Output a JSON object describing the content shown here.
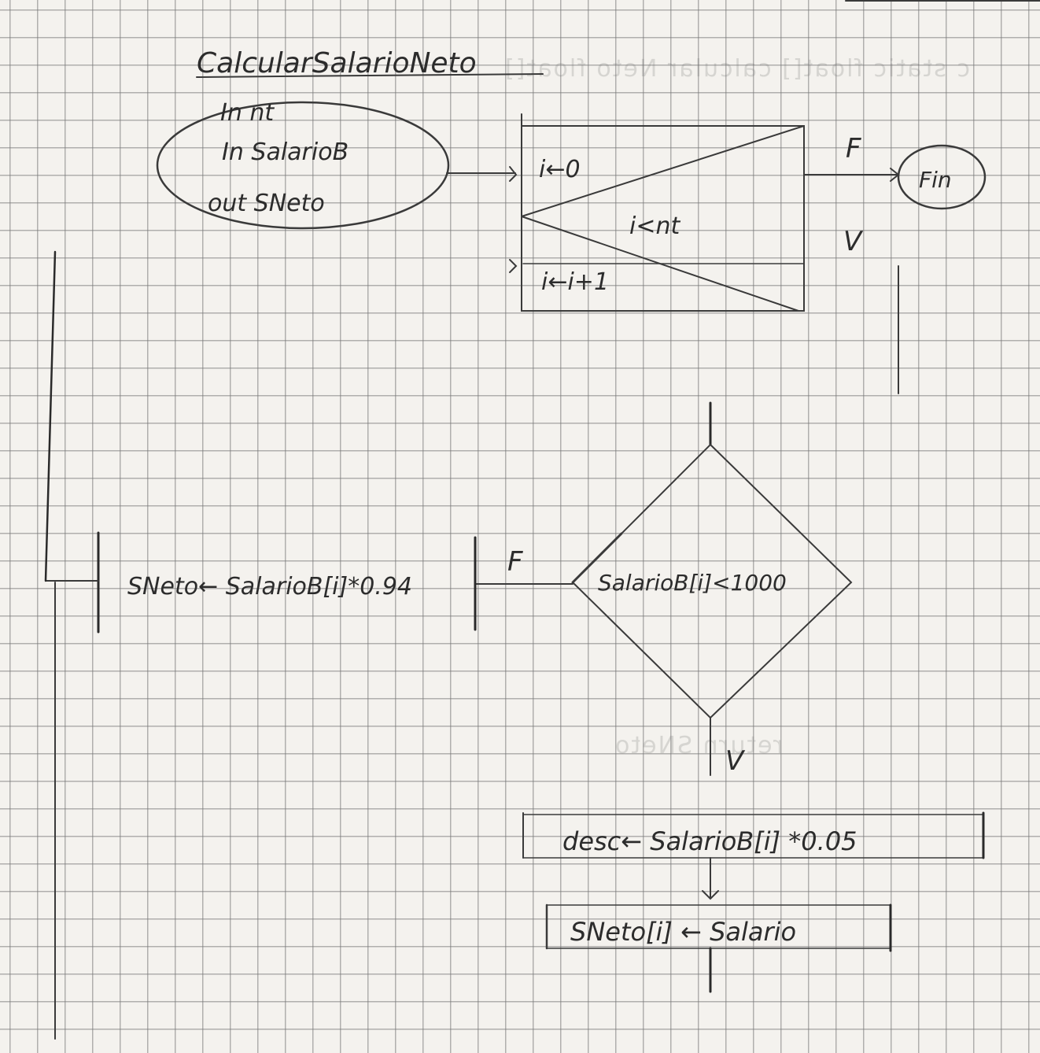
{
  "title": "CalcularSalarioNeto",
  "params": {
    "line1": "In nt",
    "line2": "In SalarioB",
    "line3": "out SNeto"
  },
  "loop": {
    "init": "i←0",
    "condition": "i<nt",
    "increment": "i←i+1",
    "false_label": "F",
    "true_label": "V",
    "end_label": "Fin"
  },
  "decision": {
    "condition": "SalarioB[i]<1000",
    "false_label": "F",
    "true_label": "V"
  },
  "false_branch": {
    "statement": "SNeto← SalarioB[i]*0.94"
  },
  "true_branch": {
    "statement1": "desc← SalarioB[i] *0.05",
    "statement2": "SNeto[i] ← Salario"
  }
}
